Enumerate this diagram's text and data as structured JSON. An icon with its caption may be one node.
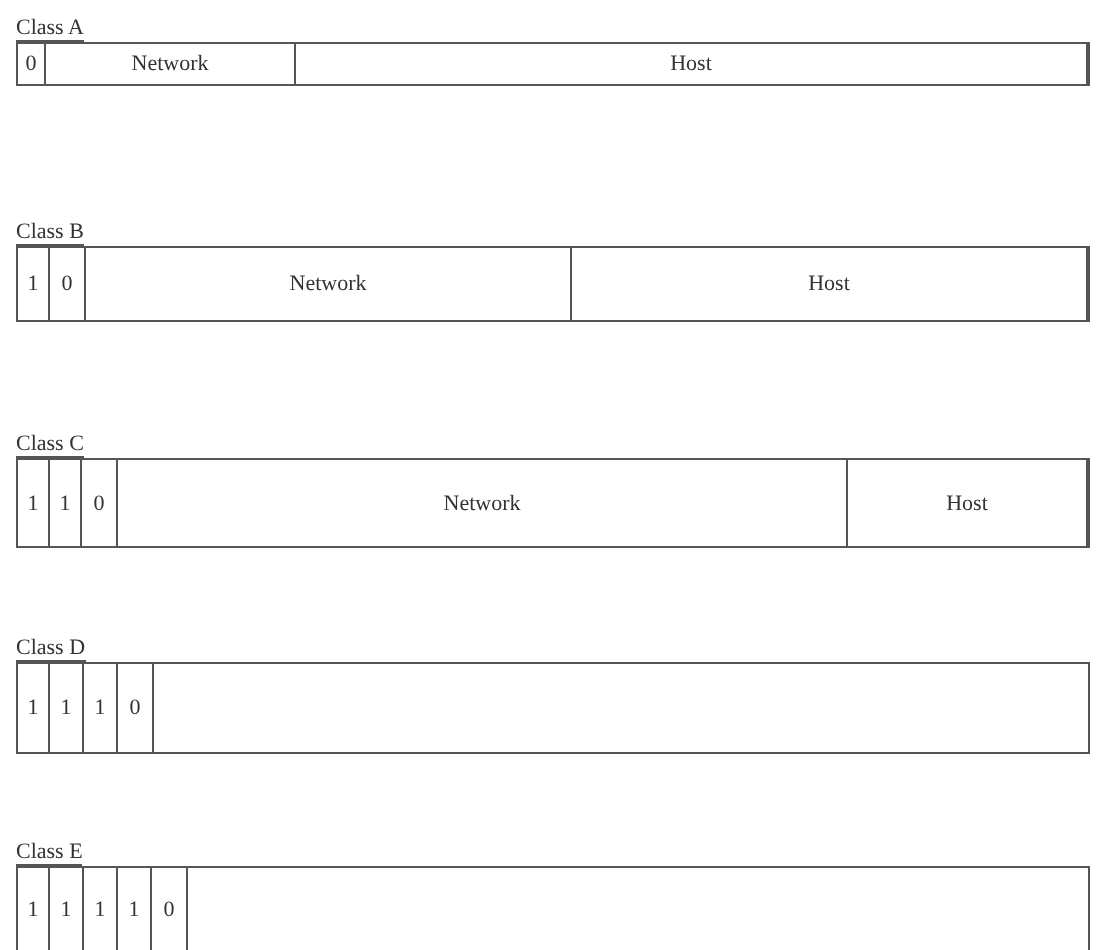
{
  "diagram": {
    "nodes": [
      {
        "text": [
          "Class A"
        ]
      },
      {
        "text": [
          "0"
        ],
        "in": 0
      },
      {
        "text": [
          "Network"
        ],
        "in": 0
      },
      {
        "text": [
          "Host"
        ],
        "in": 0
      },
      {
        "text": [
          "Class B"
        ]
      },
      {
        "text": [
          "1"
        ],
        "in": 4
      },
      {
        "text": [
          "0"
        ],
        "in": 4
      },
      {
        "text": [
          "Network"
        ],
        "in": 4
      },
      {
        "text": [
          "Host"
        ],
        "in": 4
      },
      {
        "text": [
          "Class C"
        ]
      },
      {
        "text": [
          "1"
        ],
        "in": 9
      },
      {
        "text": [
          "1"
        ],
        "in": 9
      },
      {
        "text": [
          "0"
        ],
        "in": 9
      },
      {
        "text": [
          "Network"
        ],
        "in": 9
      },
      {
        "text": [
          "Host"
        ],
        "in": 9
      },
      {
        "text": [
          "Class D"
        ]
      },
      {
        "text": [
          "1"
        ],
        "in": 15
      },
      {
        "text": [
          "1"
        ],
        "in": 15
      },
      {
        "text": [
          "1"
        ],
        "in": 15
      },
      {
        "text": [
          "0"
        ],
        "in": 15
      },
      {
        "text": [
          "Class E"
        ]
      },
      {
        "text": [
          "1"
        ],
        "in": 20
      },
      {
        "text": [
          "1"
        ],
        "in": 20
      },
      {
        "text": [
          "1"
        ],
        "in": 20
      },
      {
        "text": [
          "1"
        ],
        "in": 20
      },
      {
        "text": [
          "0"
        ],
        "in": 20
      }
    ]
  }
}
